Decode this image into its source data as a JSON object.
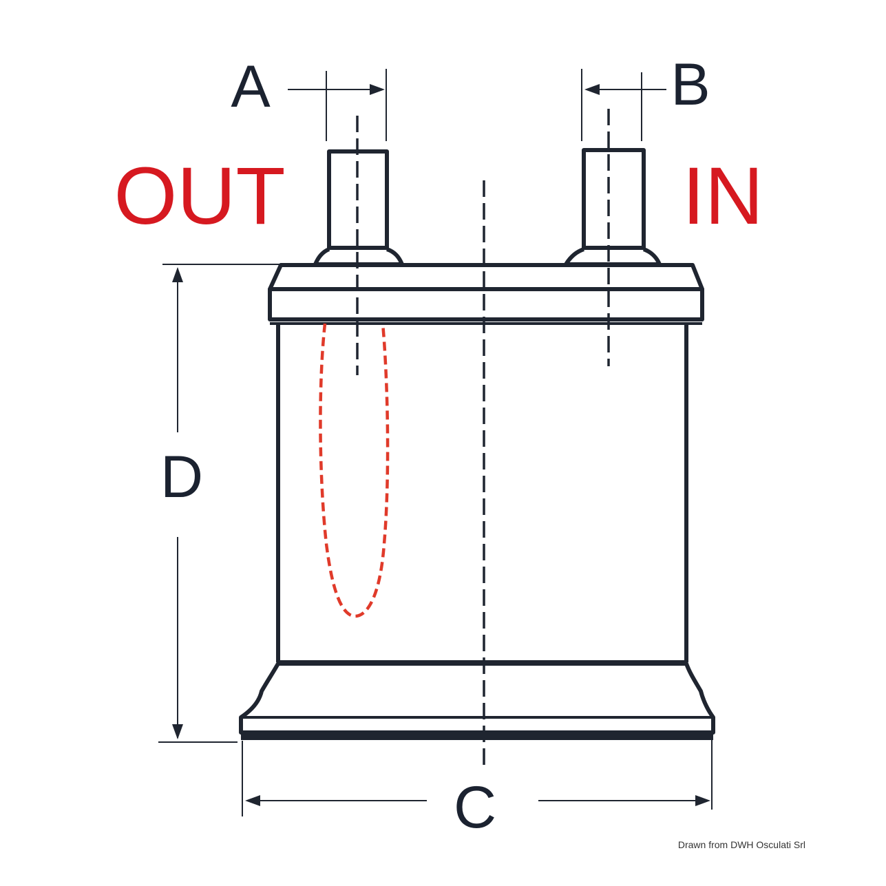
{
  "labels": {
    "A": "A",
    "B": "B",
    "C": "C",
    "D": "D",
    "out": "OUT",
    "in": "IN"
  },
  "credit": "Drawn from DWH Osculati Srl",
  "colors": {
    "outline": "#1f2530",
    "port_label": "#d61920",
    "internal_tube": "#e03a2a",
    "background": "#ffffff"
  }
}
